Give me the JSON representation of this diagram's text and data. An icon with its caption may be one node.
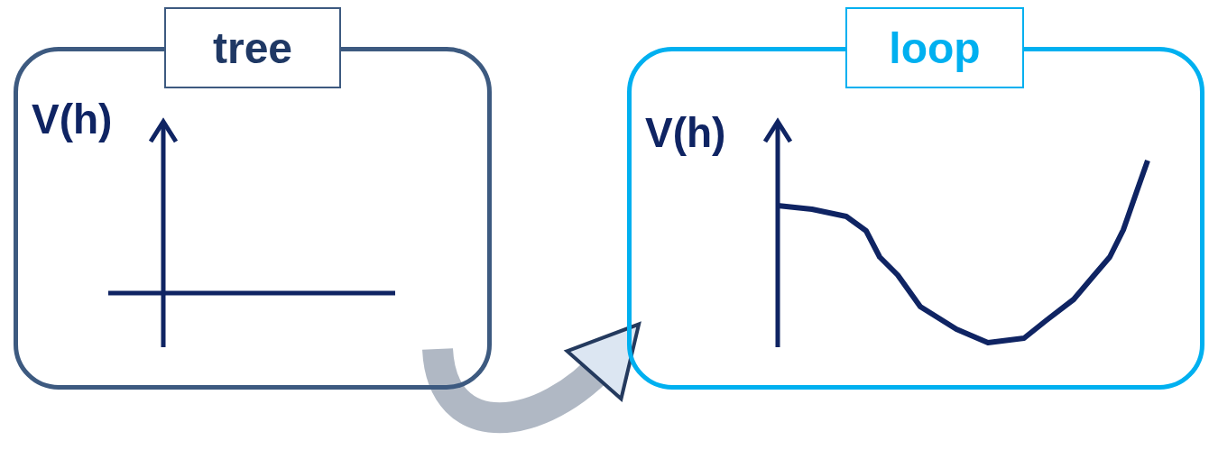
{
  "diagram": {
    "nodes": [
      {
        "text": [
          "tree"
        ]
      },
      {
        "text": [
          "loop"
        ]
      }
    ],
    "edges": [
      {
        "from": 0,
        "to": 1,
        "arrow": "to"
      }
    ],
    "labels": [
      "V(h)",
      "V(h)"
    ]
  }
}
